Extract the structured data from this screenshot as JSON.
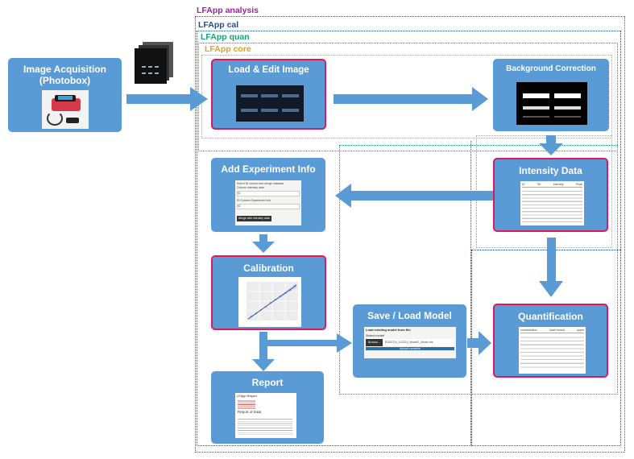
{
  "colors": {
    "box": "#5b9bd5",
    "highlight": "#e0185a",
    "arrow": "#5b9bd5",
    "analysis": "#a020a0",
    "cal": "#1f4e9a",
    "quan": "#1aa078",
    "core": "#e3a21a"
  },
  "regions": {
    "analysis": "LFApp analysis",
    "cal": "LFApp cal",
    "quan": "LFApp quan",
    "core": "LFApp core"
  },
  "boxes": {
    "acquisition": {
      "title_line1": "Image Acquisition",
      "title_line2": "(Photobox)",
      "icon": "photobox-device-photo"
    },
    "load": {
      "title": "Load & Edit Image",
      "thumb_labels": [
        "xxxxxxxx",
        "xxxxxxxx",
        "xxxxxxxx",
        "xxxxxxxx",
        "xxxxxxxx",
        "xxxxxxxx"
      ]
    },
    "background": {
      "title": "Background Correction"
    },
    "intensity": {
      "title": "Intensity Data",
      "columns": [
        "ID",
        "Str",
        "Intensity",
        "Peak"
      ]
    },
    "experiment": {
      "title": "Add Experiment Info",
      "line1": "Select ID column and merge datasets",
      "line2": "Column intensity data",
      "val1": "ID",
      "line3": "ID Column Experiment Info",
      "val2": "ID",
      "button": "Merge with intensity data"
    },
    "calibration": {
      "title": "Calibration"
    },
    "model": {
      "title": "Save / Load Model",
      "line1": "Load existing model from file",
      "line2": "Select model",
      "button": "Browse...",
      "file": "20220711_112223_ModelC_Model.rds",
      "bar": "Upload complete"
    },
    "quantification": {
      "title": "Quantification",
      "columns": [
        "concentration",
        "lower bound",
        "upper"
      ]
    },
    "report": {
      "title": "Report",
      "doc_title": "LFApp Report",
      "doc_heading": "Report of Data"
    }
  }
}
